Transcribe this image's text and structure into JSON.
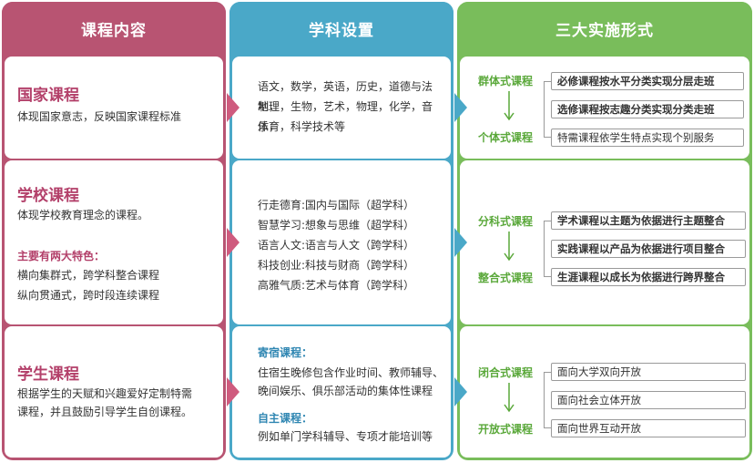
{
  "headers": [
    "课程内容",
    "学科设置",
    "三大实施形式"
  ],
  "rows": [
    {
      "title": "国家课程",
      "desc": [
        "体现国家意志，反映国家课程标准"
      ],
      "subjects": [
        "语文，数学，英语，历史，道德与法制，",
        "地理，生物，艺术，物理，化学，音乐，",
        "体育，科学技术等"
      ],
      "forms": {
        "top_label": "群体式课程",
        "bottom_label": "个体式课程",
        "items": [
          "必修课程按水平分类实现分层走班",
          "选修课程按志趣分类实现分类走班",
          "特需课程依学生特点实现个别服务"
        ]
      }
    },
    {
      "title": "学校课程",
      "desc": [
        "体现学校教育理念的课程。"
      ],
      "feature_head": "主要有两大特色：",
      "features": [
        "横向集群式，跨学科整合课程",
        "纵向贯通式，跨时段连续课程"
      ],
      "subjects": [
        "行走德育:国内与国际（超学科）",
        "智慧学习:想象与思维（超学科）",
        "语言人文:语言与人文（跨学科）",
        "科技创业:科技与财商（跨学科）",
        "高雅气质:艺术与体育（跨学科）"
      ],
      "forms": {
        "top_label": "分科式课程",
        "bottom_label": "整合式课程",
        "items": [
          "学术课程以主题为依据进行主题整合",
          "实践课程以产品为依据进行项目整合",
          "生涯课程以成长为依据进行跨界整合"
        ]
      }
    },
    {
      "title": "学生课程",
      "desc": [
        "根据学生的天赋和兴趣爱好定制特需",
        "课程，并且鼓励引导学生自创课程。"
      ],
      "board_head": "寄宿课程：",
      "board_lines": [
        "住宿生晚修包含作业时间、教师辅导、",
        "晚间娱乐、俱乐部活动的集体性课程"
      ],
      "auto_head": "自主课程：",
      "auto_lines": [
        "例如单门学科辅导、专项才能培训等"
      ],
      "forms": {
        "top_label": "闭合式课程",
        "bottom_label": "开放式课程",
        "items": [
          "面向大学双向开放",
          "面向社会立体开放",
          "面向世界互动开放"
        ]
      }
    }
  ],
  "colors": {
    "pink": "#b85472",
    "blue": "#4aa8c8",
    "green": "#79bd5b"
  }
}
